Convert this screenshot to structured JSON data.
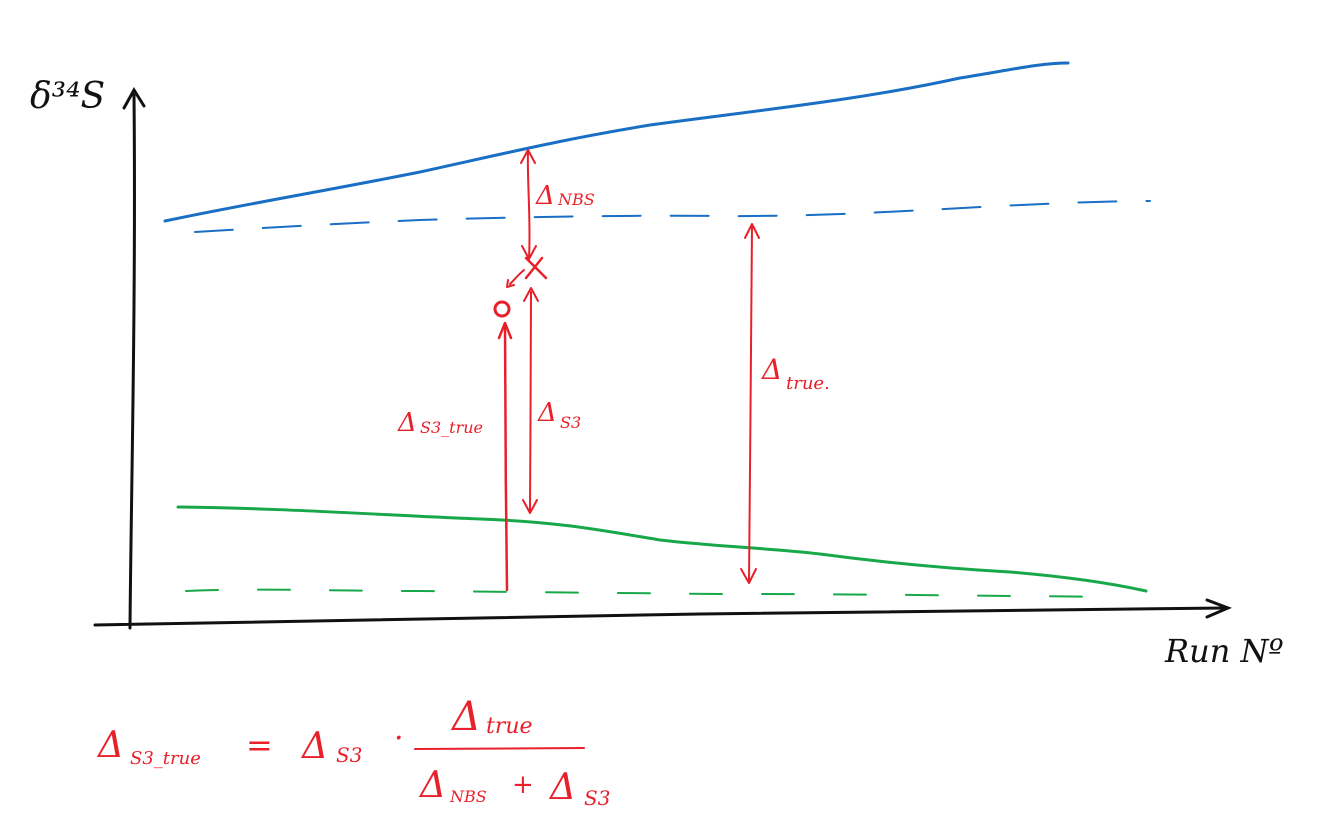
{
  "axes": {
    "y_label": "δ³⁴S",
    "x_label": "Run Nº"
  },
  "annotations": {
    "delta_nbs": {
      "symbol": "Δ",
      "sub": "NBS"
    },
    "delta_s3": {
      "symbol": "Δ",
      "sub": "S3"
    },
    "delta_s3_true": {
      "symbol": "Δ",
      "sub": "S3_true"
    },
    "delta_true": {
      "symbol": "Δ",
      "sub": "true."
    }
  },
  "formula": {
    "lhs": {
      "symbol": "Δ",
      "sub": "S3_true"
    },
    "equals": "=",
    "factor": {
      "symbol": "Δ",
      "sub": "S3"
    },
    "dot": "·",
    "numerator": {
      "symbol": "Δ",
      "sub": "true"
    },
    "denominator_a": {
      "symbol": "Δ",
      "sub": "NBS"
    },
    "plus": "+",
    "denominator_b": {
      "symbol": "Δ",
      "sub": "S3"
    }
  },
  "colors": {
    "axis": "#111111",
    "blue": "#1a6fc4",
    "green": "#18a84a",
    "red": "#e8202a"
  }
}
